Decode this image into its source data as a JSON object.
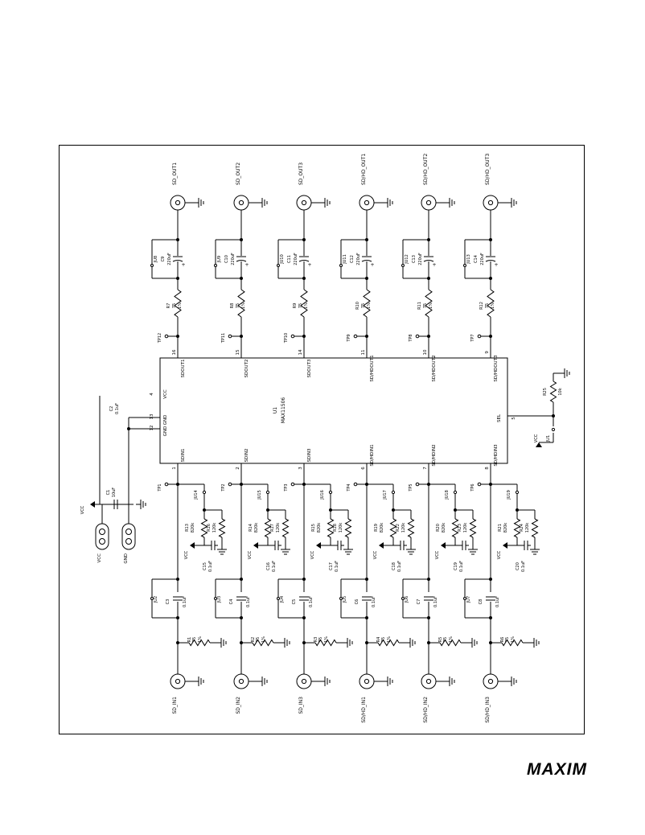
{
  "brand": {
    "logo_text": "MAXIM"
  },
  "ic": {
    "ref": "U1",
    "part": "MAX11506",
    "pins_left": [
      {
        "num": "1",
        "name": "SDIN1"
      },
      {
        "num": "2",
        "name": "SDIN2"
      },
      {
        "num": "3",
        "name": "SDIN3"
      },
      {
        "num": "6",
        "name": "SD/HDIN1"
      },
      {
        "num": "7",
        "name": "SD/HDIN2"
      },
      {
        "num": "8",
        "name": "SD/HDIN3"
      }
    ],
    "pins_right": [
      {
        "num": "16",
        "name": "SDOUT1"
      },
      {
        "num": "15",
        "name": "SDOUT2"
      },
      {
        "num": "14",
        "name": "SDOUT3"
      },
      {
        "num": "11",
        "name": "SD/HDOUT1"
      },
      {
        "num": "10",
        "name": "SD/HDOUT2"
      },
      {
        "num": "9",
        "name": "SD/HDOUT3"
      }
    ],
    "vcc_pin": {
      "num": "4",
      "name": "VCC"
    },
    "gnd_pins": [
      {
        "num": "12",
        "name": "GND"
      },
      {
        "num": "13",
        "name": "GND"
      }
    ],
    "sel_pin": {
      "num": "5",
      "name": "SEL"
    }
  },
  "outputs": [
    {
      "connector": "SD_OUT1",
      "jumper": "JU8",
      "cap": "C9",
      "cap_val": "220uF",
      "res": "R7",
      "res_val1": "75",
      "res_val2": "1%",
      "tp": "TP12"
    },
    {
      "connector": "SD_OUT2",
      "jumper": "JU9",
      "cap": "C10",
      "cap_val": "220uF",
      "res": "R8",
      "res_val1": "75",
      "res_val2": "1%",
      "tp": "TP11"
    },
    {
      "connector": "SD_OUT3",
      "jumper": "JU10",
      "cap": "C11",
      "cap_val": "220uF",
      "res": "R9",
      "res_val1": "75",
      "res_val2": "1%",
      "tp": "TP10"
    },
    {
      "connector": "SD/HD_OUT1",
      "jumper": "JU11",
      "cap": "C12",
      "cap_val": "220uF",
      "res": "R10",
      "res_val1": "75",
      "res_val2": "1%",
      "tp": "TP9"
    },
    {
      "connector": "SD/HD_OUT2",
      "jumper": "JU12",
      "cap": "C13",
      "cap_val": "220uF",
      "res": "R11",
      "res_val1": "75",
      "res_val2": "1%",
      "tp": "TP8"
    },
    {
      "connector": "SD/HD_OUT3",
      "jumper": "JU13",
      "cap": "C14",
      "cap_val": "220uF",
      "res": "R12",
      "res_val1": "75",
      "res_val2": "1%",
      "tp": "TP7"
    }
  ],
  "inputs": [
    {
      "connector": "SD_IN1",
      "tp": "TP1",
      "jumper_bias": "JU14",
      "rtop": "R13",
      "rtop_val": "820k",
      "rbot": "R16",
      "rbot_val": "120k",
      "cdec": "C15",
      "cdec_val": "0.1uF",
      "jumper_in": "JU2",
      "cin": "C3",
      "cin_val": "0.1uF",
      "term": "R1",
      "term_val1": "75",
      "term_val2": "1%"
    },
    {
      "connector": "SD_IN2",
      "tp": "TP2",
      "jumper_bias": "JU15",
      "rtop": "R14",
      "rtop_val": "820k",
      "rbot": "R17",
      "rbot_val": "120k",
      "cdec": "C16",
      "cdec_val": "0.1uF",
      "jumper_in": "JU3",
      "cin": "C4",
      "cin_val": "0.1uF",
      "term": "R2",
      "term_val1": "75",
      "term_val2": "1%"
    },
    {
      "connector": "SD_IN3",
      "tp": "TP3",
      "jumper_bias": "JU16",
      "rtop": "R15",
      "rtop_val": "820k",
      "rbot": "R18",
      "rbot_val": "120k",
      "cdec": "C17",
      "cdec_val": "0.1uF",
      "jumper_in": "JU4",
      "cin": "C5",
      "cin_val": "0.1uF",
      "term": "R3",
      "term_val1": "75",
      "term_val2": "1%"
    },
    {
      "connector": "SD/HD_IN1",
      "tp": "TP4",
      "jumper_bias": "JU17",
      "rtop": "R19",
      "rtop_val": "820k",
      "rbot": "R22",
      "rbot_val": "120k",
      "cdec": "C18",
      "cdec_val": "0.1uF",
      "jumper_in": "JU5",
      "cin": "C6",
      "cin_val": "0.1uF",
      "term": "R4",
      "term_val1": "75",
      "term_val2": "1%"
    },
    {
      "connector": "SD/HD_IN2",
      "tp": "TP5",
      "jumper_bias": "JU18",
      "rtop": "R20",
      "rtop_val": "820k",
      "rbot": "R23",
      "rbot_val": "120k",
      "cdec": "C19",
      "cdec_val": "0.1uF",
      "jumper_in": "JU6",
      "cin": "C7",
      "cin_val": "0.1uF",
      "term": "R5",
      "term_val1": "75",
      "term_val2": "1%"
    },
    {
      "connector": "SD/HD_IN3",
      "tp": "TP6",
      "jumper_bias": "JU19",
      "rtop": "R21",
      "rtop_val": "820k",
      "rbot": "R24",
      "rbot_val": "120k",
      "cdec": "C20",
      "cdec_val": "0.1uF",
      "jumper_in": "JU7",
      "cin": "C8",
      "cin_val": "0.1uF",
      "term": "R6",
      "term_val1": "75",
      "term_val2": "1%"
    }
  ],
  "power": {
    "vcc_label": "VCC",
    "gnd_label": "GND",
    "c1": "C1",
    "c1_val": "10uF",
    "c2": "C2",
    "c2_val": "0.1uF"
  },
  "sel_circuit": {
    "r25": "R25",
    "r25_val": "10k",
    "ju1": "JU1",
    "vcc_label": "VCC"
  }
}
